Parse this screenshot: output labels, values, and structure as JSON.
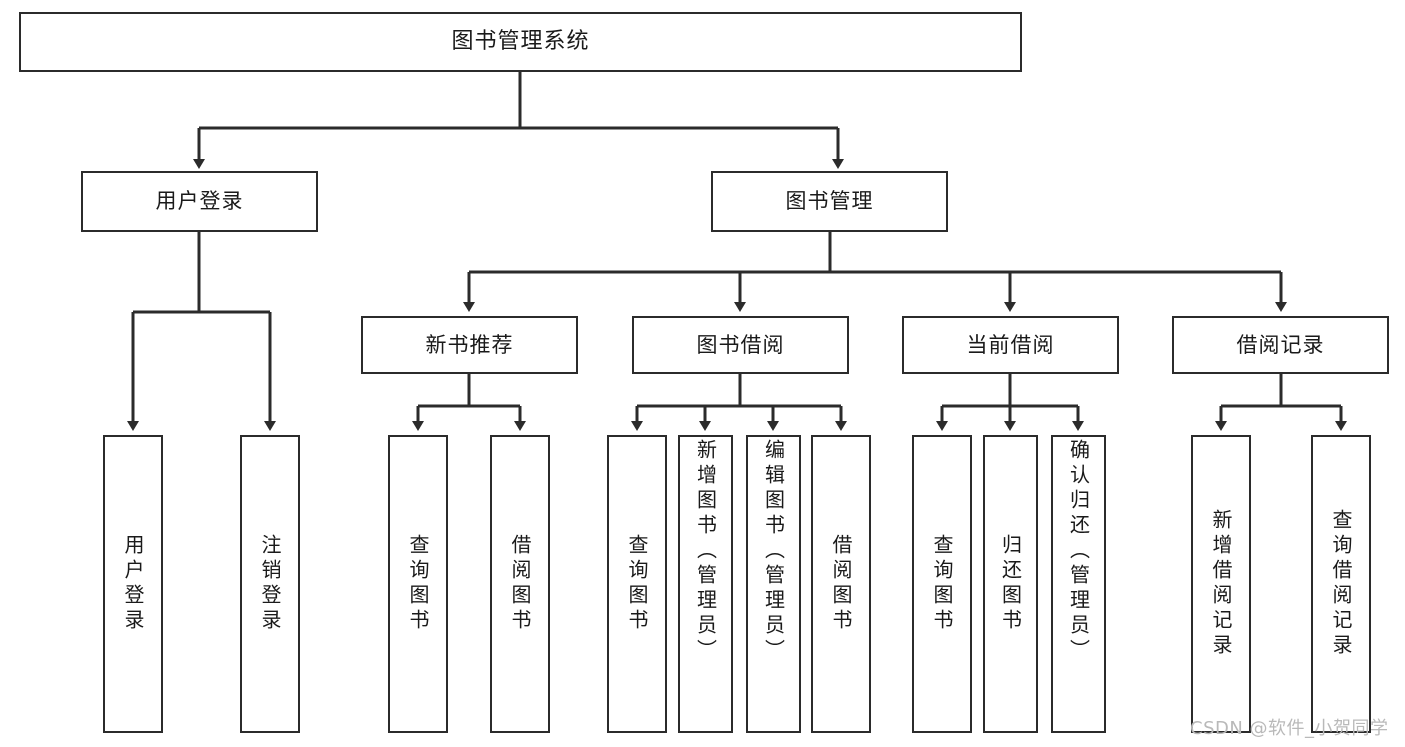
{
  "diagram": {
    "type": "tree-hierarchy-chart",
    "title": "图书管理系统",
    "background_color": "#ffffff",
    "box_border_color": "#2b2b2b",
    "connector_color": "#2b2b2b",
    "watermark": "CSDN @软件_小贺同学",
    "watermark_color": "#b9b9b9"
  },
  "nodes": {
    "root": {
      "label": "图书管理系统"
    },
    "level2": [
      {
        "label": "用户登录"
      },
      {
        "label": "图书管理"
      }
    ],
    "level3": [
      {
        "label": "新书推荐"
      },
      {
        "label": "图书借阅"
      },
      {
        "label": "当前借阅"
      },
      {
        "label": "借阅记录"
      }
    ],
    "leaves": {
      "user_login": [
        {
          "label": "用户登录"
        },
        {
          "label": "注销登录"
        }
      ],
      "new_book_recommend": [
        {
          "label": "查询图书"
        },
        {
          "label": "借阅图书"
        }
      ],
      "book_borrow": [
        {
          "label": "查询图书"
        },
        {
          "label": "新增图书（管理员）"
        },
        {
          "label": "编辑图书（管理员）"
        },
        {
          "label": "借阅图书"
        }
      ],
      "current_borrow": [
        {
          "label": "查询图书"
        },
        {
          "label": "归还图书"
        },
        {
          "label": "确认归还（管理员）"
        }
      ],
      "borrow_record": [
        {
          "label": "新增借阅记录"
        },
        {
          "label": "查询借阅记录"
        }
      ]
    }
  }
}
